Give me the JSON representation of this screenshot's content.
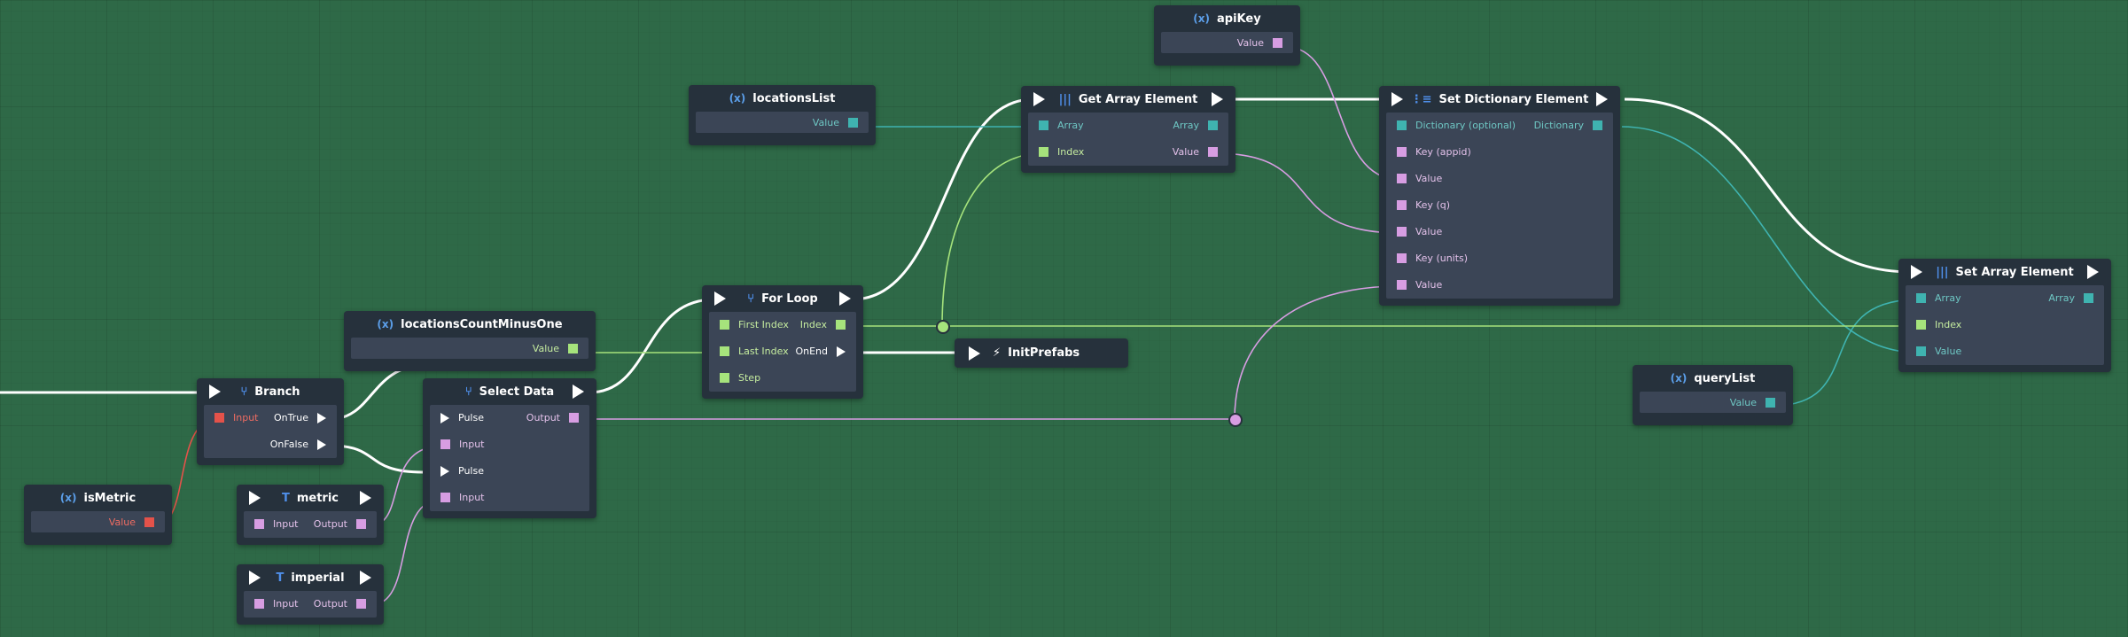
{
  "nodes": {
    "apiKey": {
      "title": "apiKey",
      "icon": "variable-icon",
      "value_label": "Value"
    },
    "locationsList": {
      "title": "locationsList",
      "icon": "variable-icon",
      "value_label": "Value"
    },
    "getArrayElement": {
      "title": "Get Array Element",
      "icon": "array-icon",
      "inputs": [
        "Array",
        "Index"
      ],
      "outputs": [
        "Array",
        "Value"
      ]
    },
    "setDictionaryElement": {
      "title": "Set Dictionary Element",
      "icon": "dictionary-icon",
      "inputs": [
        "Dictionary (optional)",
        "Key (appid)",
        "Value",
        "Key (q)",
        "Value",
        "Key (units)",
        "Value"
      ],
      "outputs": [
        "Dictionary"
      ]
    },
    "setArrayElement": {
      "title": "Set Array Element",
      "icon": "array-icon",
      "inputs": [
        "Array",
        "Index",
        "Value"
      ],
      "outputs": [
        "Array"
      ]
    },
    "locationsCountMinusOne": {
      "title": "locationsCountMinusOne",
      "icon": "variable-icon",
      "value_label": "Value"
    },
    "forLoop": {
      "title": "For Loop",
      "icon": "loop-icon",
      "inputs": [
        "First Index",
        "Last Index",
        "Step"
      ],
      "outputs": [
        "Index",
        "OnEnd"
      ]
    },
    "initPrefabs": {
      "title": "InitPrefabs",
      "icon": "event-icon"
    },
    "branch": {
      "title": "Branch",
      "icon": "branch-icon",
      "input": "Input",
      "outputs": [
        "OnTrue",
        "OnFalse"
      ]
    },
    "selectData": {
      "title": "Select Data",
      "icon": "branch-icon",
      "inputs": [
        "Pulse",
        "Input",
        "Pulse",
        "Input"
      ],
      "outputs": [
        "Output"
      ]
    },
    "isMetric": {
      "title": "isMetric",
      "icon": "variable-icon",
      "value_label": "Value"
    },
    "metric": {
      "title": "metric",
      "icon": "text-icon",
      "input": "Input",
      "output": "Output"
    },
    "imperial": {
      "title": "imperial",
      "icon": "text-icon",
      "input": "Input",
      "output": "Output"
    },
    "queryList": {
      "title": "queryList",
      "icon": "variable-icon",
      "value_label": "Value"
    }
  },
  "glyphs": {
    "variable": "(x)",
    "array": "|||",
    "dictionary": "⋮≡",
    "loop": "⑂",
    "branch": "⑂",
    "text": "T",
    "event": "⚡"
  },
  "colors": {
    "background": "#2e6947",
    "node": "#26313c",
    "node_body": "#3b4556",
    "exec_wire": "#ffffff",
    "pink": "#d79de2",
    "teal": "#3fb3b0",
    "green": "#a6e37c",
    "red": "#e4524a"
  }
}
